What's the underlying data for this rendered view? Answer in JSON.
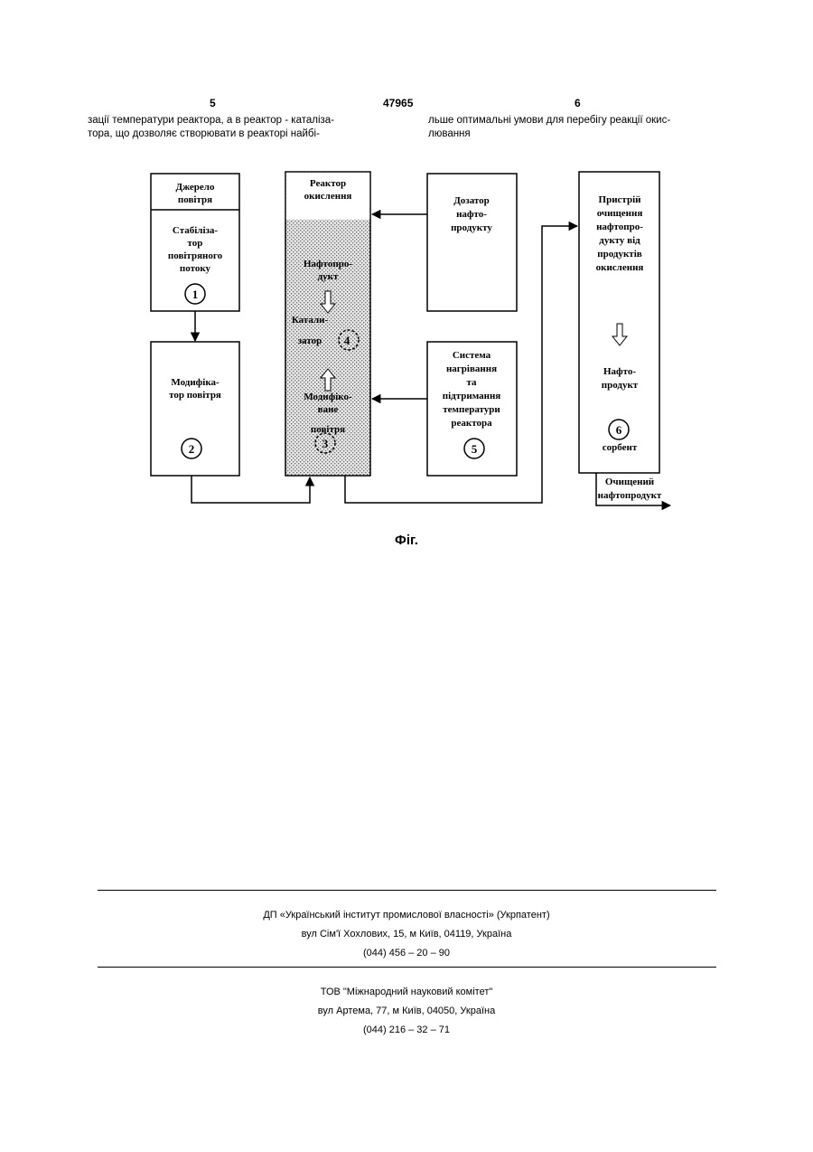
{
  "header": {
    "page_left": "5",
    "patent_number": "47965",
    "page_right": "6"
  },
  "text": {
    "col_left": [
      "зації температури реактора, а в реактор - каталіза-",
      "тора, що дозволяє створювати в реакторі найбі-"
    ],
    "col_right": [
      "льше оптимальні умови для перебігу реакції окис-",
      "лювання"
    ]
  },
  "figure": {
    "box1": {
      "title": [
        "Джерело",
        "повітря"
      ],
      "body": [
        "Стабіліза-",
        "тор",
        "повітряного",
        "потоку"
      ],
      "number": "1"
    },
    "box2": {
      "body": [
        "Модифіка-",
        "тор повітря"
      ],
      "number": "2"
    },
    "reactor": {
      "title": [
        "Реактор",
        "окислення"
      ],
      "label_oil": [
        "Нафтопро-",
        "дукт"
      ],
      "label_catalyst": [
        "Катали-",
        "затор"
      ],
      "label_modified": [
        "Модифіко-",
        "ване",
        "повітря"
      ],
      "number_catalyst": "4",
      "number_modified": "3"
    },
    "doser": {
      "body": [
        "Дозатор",
        "нафто-",
        "продукту"
      ]
    },
    "heating": {
      "body": [
        "Система",
        "нагрівання",
        "та",
        "підтримання",
        "температури",
        "реактора"
      ],
      "number": "5"
    },
    "cleaner": {
      "title": [
        "Пристрій",
        "очищення",
        "нафтопро-",
        "дукту від",
        "продуктів",
        "окислення"
      ],
      "label_product": [
        "Нафто-",
        "продукт"
      ],
      "number": "6",
      "sorbent": "сорбент"
    },
    "output_label": [
      "Очищений",
      "нафтопродукт"
    ],
    "caption": "Фіг."
  },
  "footer": {
    "org1": {
      "name": "ДП «Український інститут промислової власності» (Укрпатент)",
      "address": "вул  Сім'ї Хохлових, 15, м  Київ, 04119, Україна",
      "phone": "(044) 456 – 20 –  90"
    },
    "org2": {
      "name": "ТОВ \"Міжнародний науковий комітет\"",
      "address": "вул  Артема, 77, м  Київ, 04050, Україна",
      "phone": "(044) 216 – 32 – 71"
    }
  }
}
